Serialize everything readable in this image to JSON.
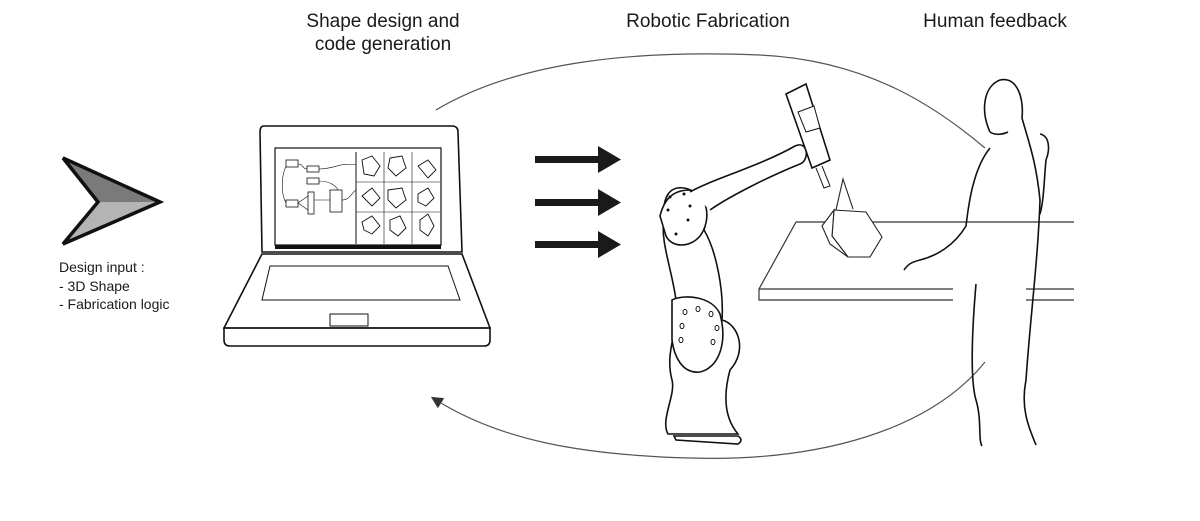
{
  "stages": [
    {
      "title_lines": [
        "Shape design and",
        "code generation"
      ]
    },
    {
      "title_lines": [
        "Robotic Fabrication"
      ]
    },
    {
      "title_lines": [
        "Human feedback"
      ]
    }
  ],
  "design_input": {
    "heading": "Design input :",
    "items": [
      "- 3D Shape",
      "- Fabrication logic"
    ]
  },
  "colors": {
    "ink": "#1a1a1a",
    "arrow_dark": "#7a7a7a",
    "arrow_light": "#b4b4b4",
    "loop_line": "#555555"
  },
  "icons": [
    "input-arrow-icon",
    "laptop-icon",
    "flow-arrows-icon",
    "robot-arm-icon",
    "human-silhouette-icon",
    "table-icon",
    "workpiece-icon",
    "feedback-loop-icon"
  ]
}
